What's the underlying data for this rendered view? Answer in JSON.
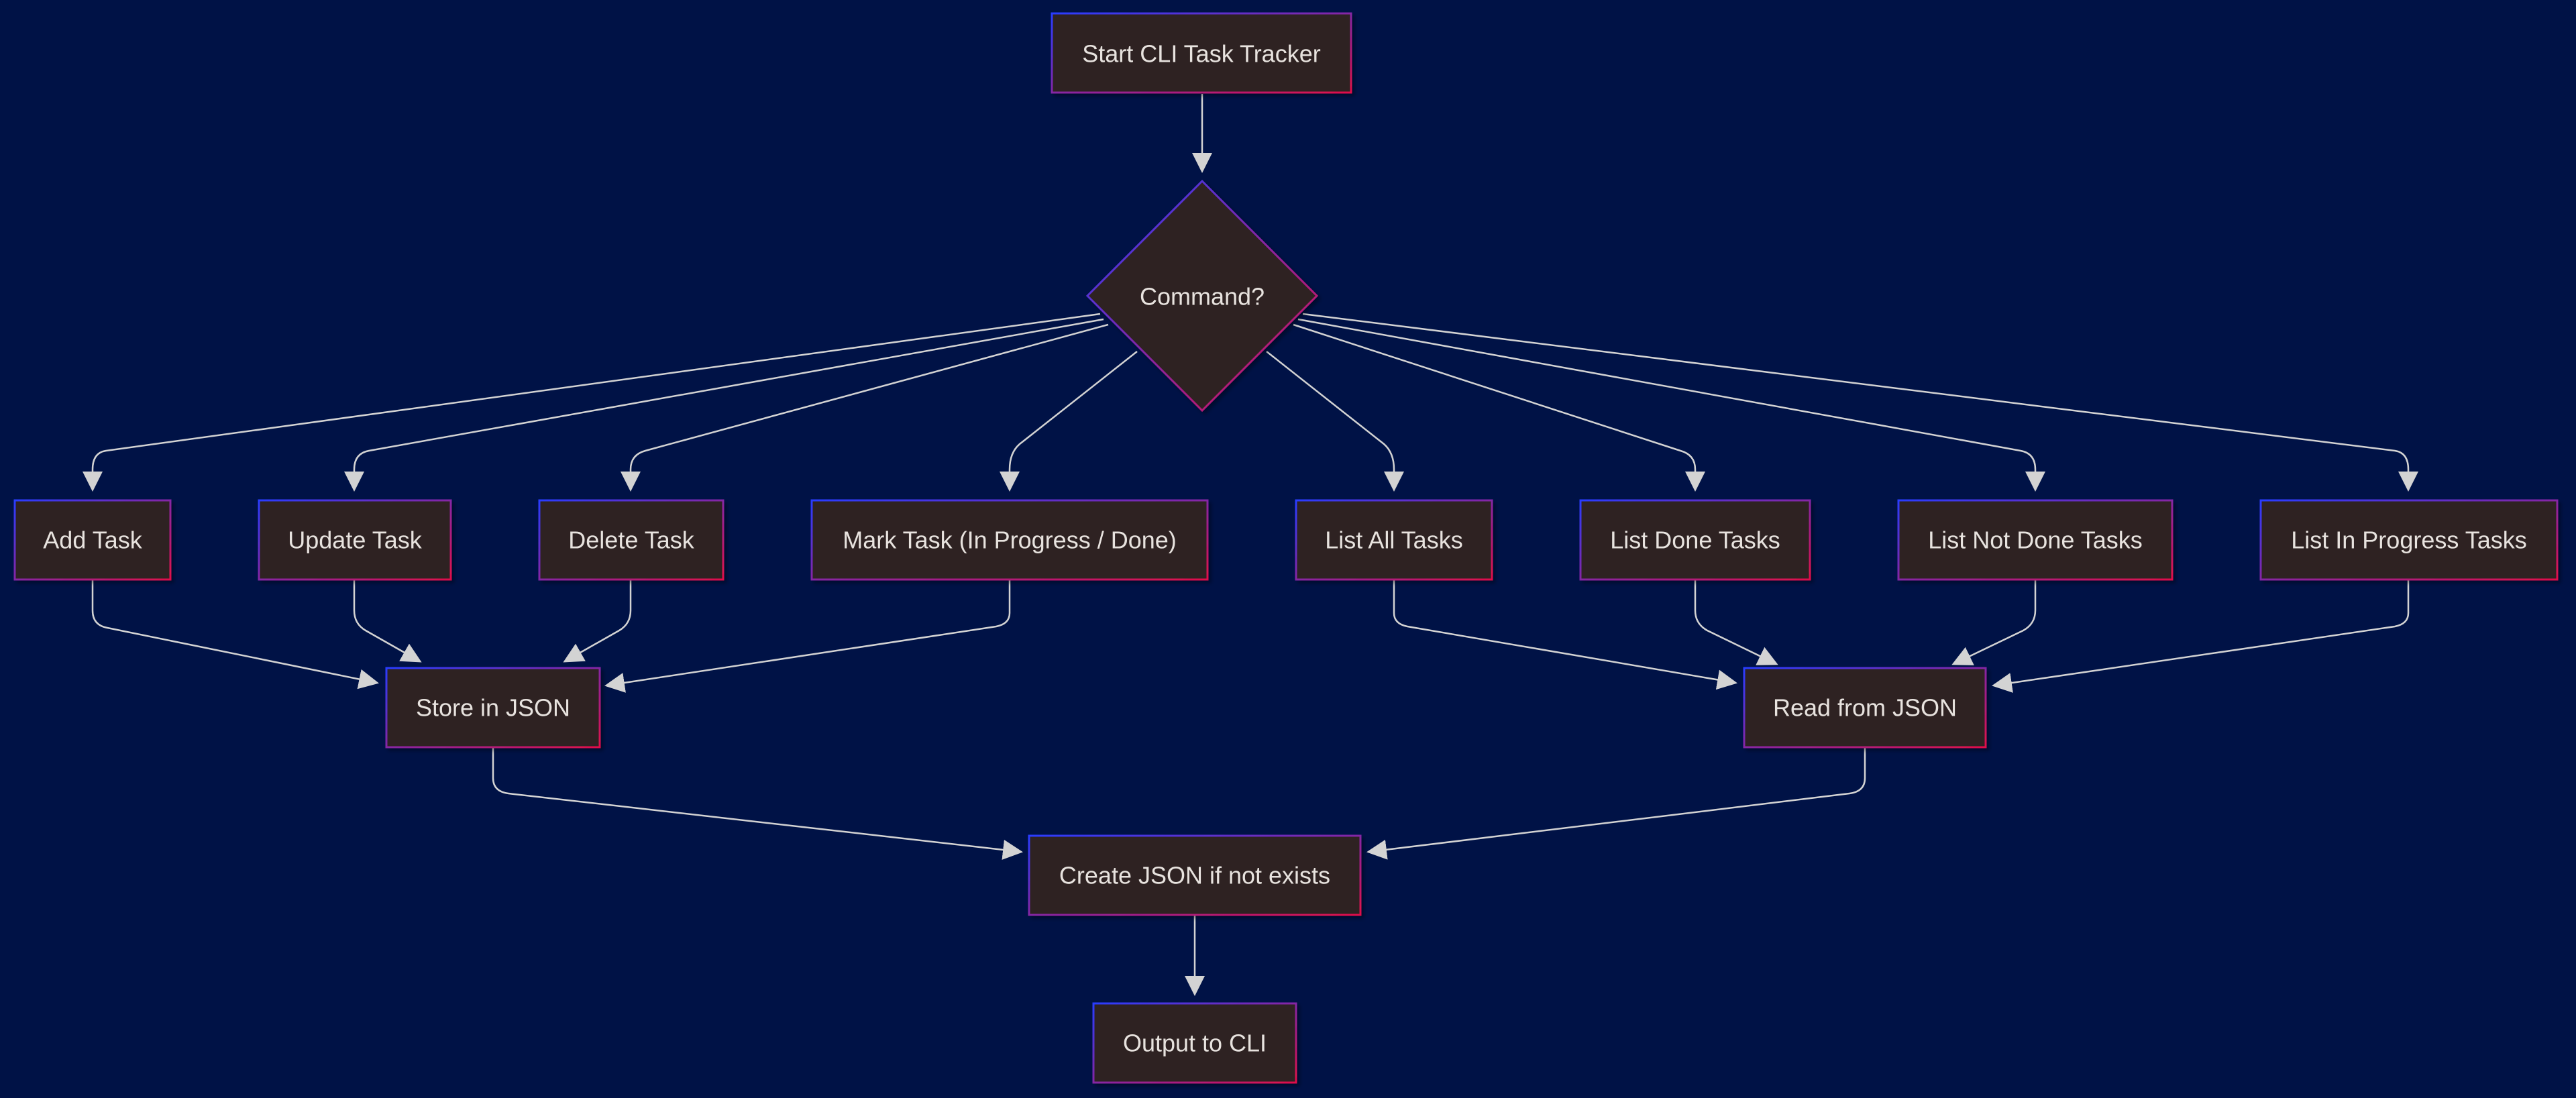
{
  "colors": {
    "background": "#001246",
    "node_fill": "#2d2220",
    "edge": "#d3d3d3",
    "node_text": "#e8e3df",
    "border_gradient_start": "#2a3cff",
    "border_gradient_end": "#e0104a"
  },
  "nodes": {
    "start": "Start CLI Task Tracker",
    "command": "Command?",
    "add": "Add Task",
    "update": "Update Task",
    "delete": "Delete Task",
    "mark": "Mark Task (In Progress / Done)",
    "list_all": "List All Tasks",
    "list_done": "List Done Tasks",
    "list_not_done": "List Not Done Tasks",
    "list_in_progress": "List In Progress Tasks",
    "store": "Store in JSON",
    "read": "Read from JSON",
    "create": "Create JSON if not exists",
    "output": "Output to CLI"
  },
  "edges": [
    [
      "start",
      "command"
    ],
    [
      "command",
      "add"
    ],
    [
      "command",
      "update"
    ],
    [
      "command",
      "delete"
    ],
    [
      "command",
      "mark"
    ],
    [
      "command",
      "list_all"
    ],
    [
      "command",
      "list_done"
    ],
    [
      "command",
      "list_not_done"
    ],
    [
      "command",
      "list_in_progress"
    ],
    [
      "add",
      "store"
    ],
    [
      "update",
      "store"
    ],
    [
      "delete",
      "store"
    ],
    [
      "mark",
      "store"
    ],
    [
      "list_all",
      "read"
    ],
    [
      "list_done",
      "read"
    ],
    [
      "list_not_done",
      "read"
    ],
    [
      "list_in_progress",
      "read"
    ],
    [
      "store",
      "create"
    ],
    [
      "read",
      "create"
    ],
    [
      "create",
      "output"
    ]
  ]
}
